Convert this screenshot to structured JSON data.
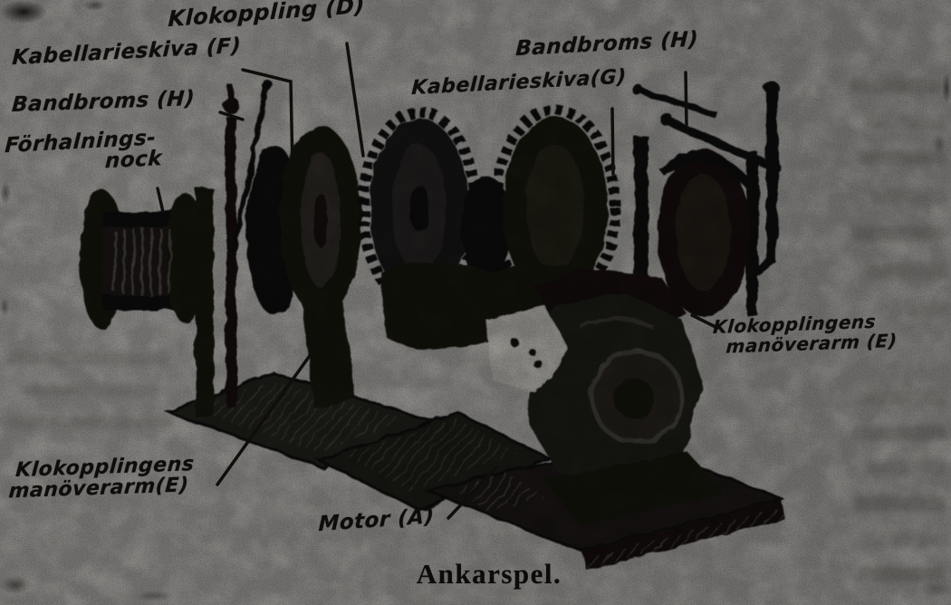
{
  "figure": {
    "caption": "Ankarspel.",
    "subject": "anchor-windlass-illustration",
    "language": "Swedish",
    "adjacent_column_text": "illegible ghost text (bleed-through, not readable)"
  },
  "labels": {
    "klokoppling_d": "Klokoppling (D)",
    "kabellarieskiva_f": "Kabellarieskiva (F)",
    "bandbroms_h_left": "Bandbroms (H)",
    "forhalningsnock_line1": "Förhalnings-",
    "forhalningsnock_line2": "nock",
    "bandbroms_h_right": "Bandbroms (H)",
    "kabellarieskiva_g": "Kabellarieskiva(G)",
    "manoverarm_e_right_line1": "Klokopplingens",
    "manoverarm_e_right_line2": "manöverarm (E)",
    "manoverarm_e_left_line1": "Klokopplingens",
    "manoverarm_e_left_line2": "manöverarm(E)",
    "motor_a": "Motor (A)"
  },
  "colors": {
    "paper": "#b3b1ad",
    "ink": "#15130f",
    "illustration": "#1a1814",
    "highlight_patch": "#c6c3bc"
  }
}
